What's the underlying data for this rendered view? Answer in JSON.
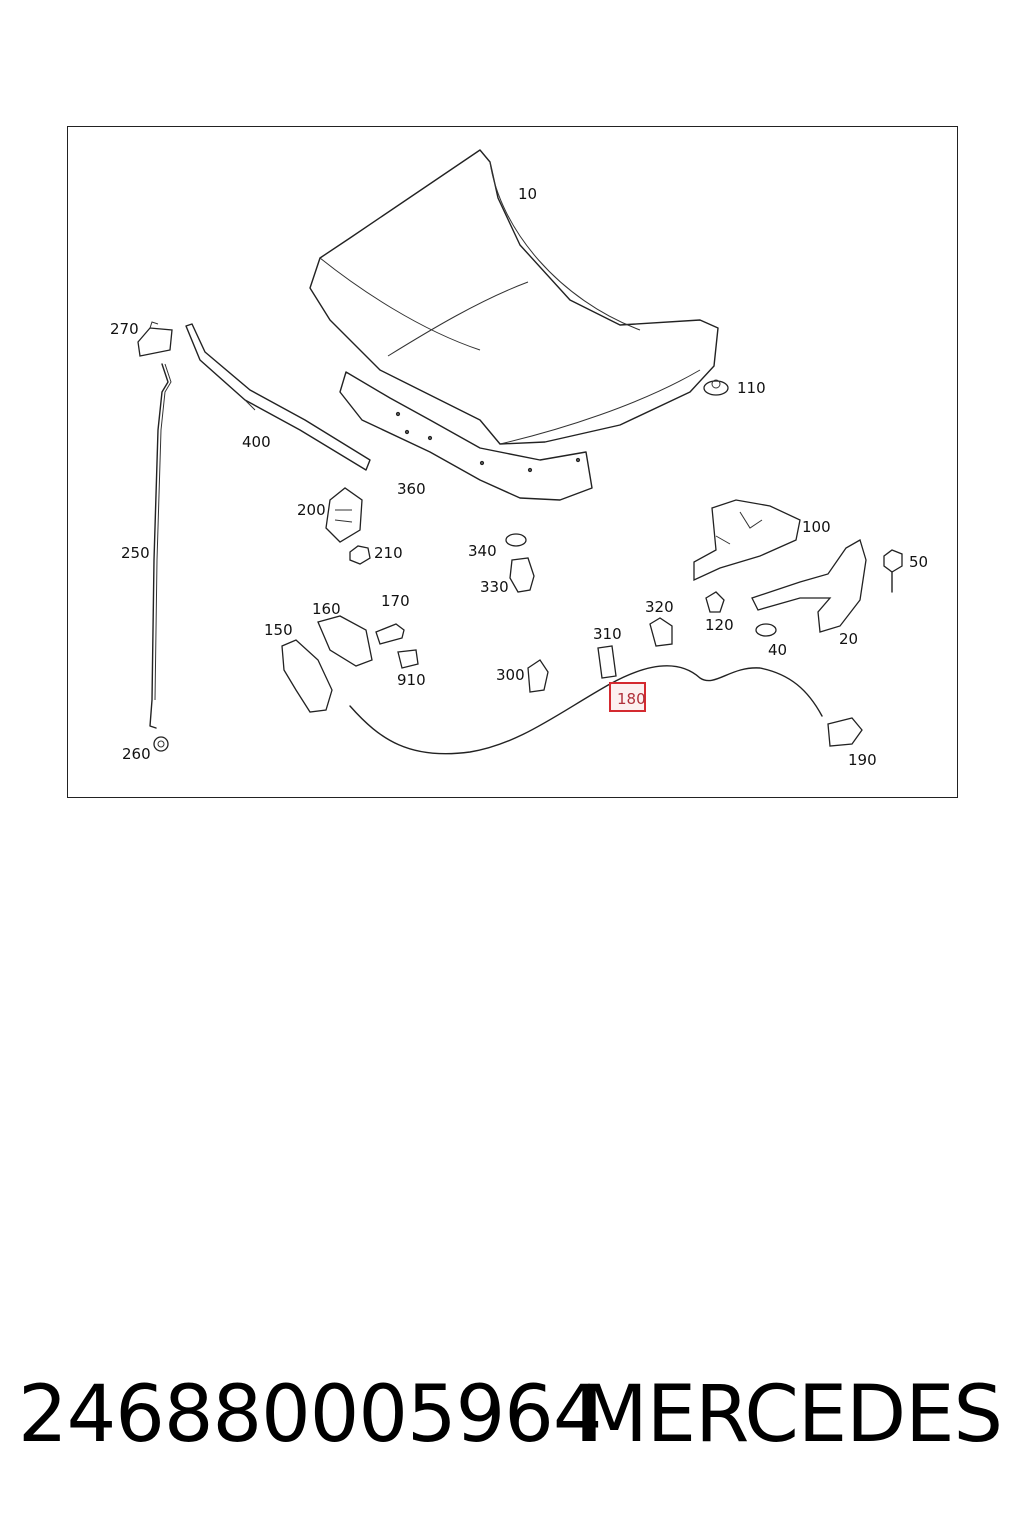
{
  "diagram": {
    "labels": {
      "p10": "10",
      "p20": "20",
      "p40": "40",
      "p50": "50",
      "p100": "100",
      "p110": "110",
      "p120": "120",
      "p150": "150",
      "p160": "160",
      "p170": "170",
      "p180": "180",
      "p190": "190",
      "p200": "200",
      "p210": "210",
      "p250": "250",
      "p260": "260",
      "p270": "270",
      "p300": "300",
      "p310": "310",
      "p320": "320",
      "p330": "330",
      "p340": "340",
      "p360": "360",
      "p400": "400",
      "p910": "910"
    },
    "highlighted_part": "180",
    "highlight_color": "#d42a30"
  },
  "footer": {
    "part_number": "246880005964",
    "brand": "MERCEDES"
  }
}
